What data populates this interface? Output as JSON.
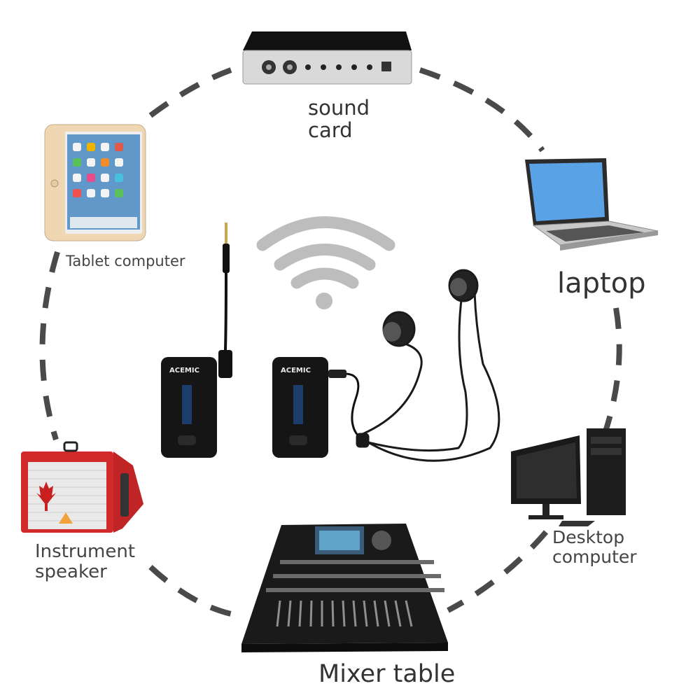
{
  "labels": {
    "sound_card": "sound card",
    "tablet": "Tablet computer",
    "laptop": "laptop",
    "desktop": "Desktop computer",
    "speaker": "Instrument speaker",
    "mixer": "Mixer table"
  },
  "devices": {
    "brand": "ACEMIC"
  },
  "icons": {
    "center": "wifi-icon",
    "earphones": "earphones-icon"
  },
  "colors": {
    "dashed_ring": "#4a4a4a",
    "wifi": "#bdbdbd",
    "speaker": "#d22a2a"
  }
}
